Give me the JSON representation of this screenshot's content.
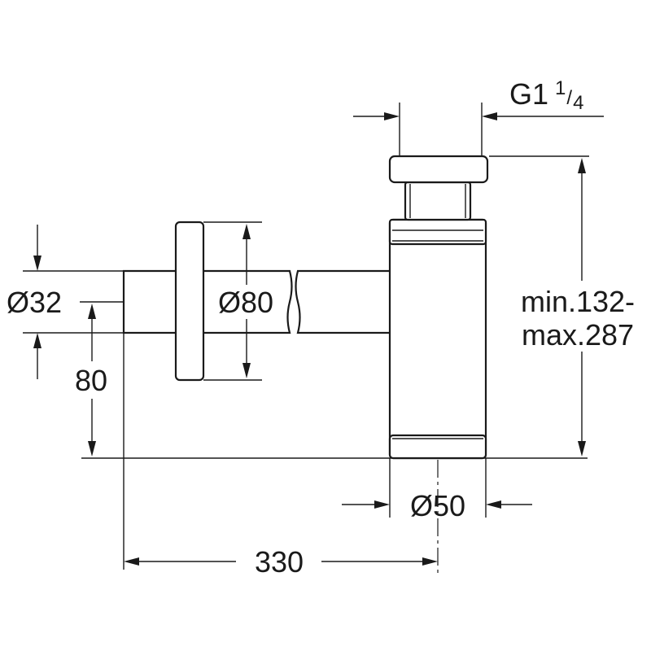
{
  "dimensions": {
    "outlet_diameter": "Ø32",
    "rosette_diameter": "Ø80",
    "outlet_height": "80",
    "thread": "G1",
    "thread_fraction_num": "1",
    "thread_fraction_den": "4",
    "height_range_line1": "min.132-",
    "height_range_line2": "max.287",
    "body_diameter": "Ø50",
    "wall_distance": "330"
  }
}
